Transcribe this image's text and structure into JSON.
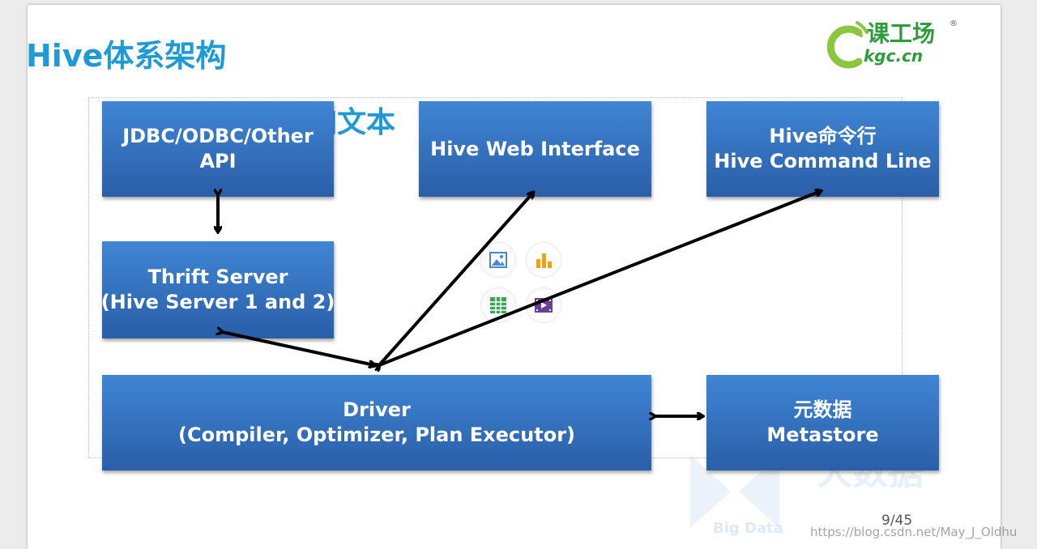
{
  "slide": {
    "title": "Hive体系架构",
    "placeholder_hint": "加文本",
    "page_number": "9/45"
  },
  "logo": {
    "title": "课工场",
    "subtitle": "kgc.cn",
    "registered": "®"
  },
  "boxes": {
    "api": {
      "line1": "JDBC/ODBC/Other",
      "line2": "API"
    },
    "web": {
      "line1": "Hive Web Interface"
    },
    "cli": {
      "line1": "Hive命令行",
      "line2": "Hive Command Line"
    },
    "thrift": {
      "line1": "Thrift Server",
      "line2": "(Hive Server 1 and 2)"
    },
    "driver": {
      "line1": "Driver",
      "line2": "(Compiler, Optimizer, Plan Executor)"
    },
    "metastore": {
      "line1": "元数据",
      "line2": "Metastore"
    }
  },
  "insert_icons": [
    "picture-icon",
    "chart-icon",
    "table-icon",
    "video-icon"
  ],
  "watermark": {
    "cn": "大数据",
    "en": "Big Data",
    "url": "https://blog.csdn.net/May_J_Oldhu"
  },
  "colors": {
    "title": "#1e9ad6",
    "box_top": "#3f86d4",
    "box_bottom": "#2a5ea8",
    "logo_green": "#2e9c3c"
  }
}
